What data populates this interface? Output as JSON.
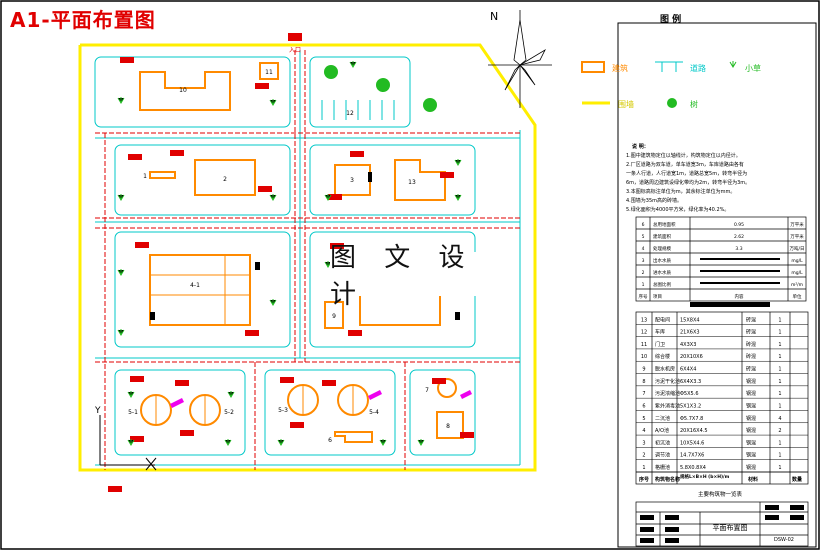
{
  "drawing_title": "A1-平面布置图",
  "north_label": "N",
  "entrance_label": "入口",
  "legend": {
    "title": "图 例",
    "items": [
      {
        "label": "建筑",
        "icon": "building-symbol-icon"
      },
      {
        "label": "道路",
        "icon": "road-symbol-icon"
      },
      {
        "label": "小草",
        "icon": "grass-symbol-icon"
      },
      {
        "label": "围墙",
        "icon": "wall-symbol-icon"
      },
      {
        "label": "树",
        "icon": "tree-symbol-icon"
      }
    ]
  },
  "notes": {
    "heading": "说 明：",
    "lines": [
      "1.图中建筑物定位以轴线计，构筑物定位以内径计。",
      "2.厂区道路为双车道，单车道宽3m，车库道路由各有",
      "  一条人行道，人行道宽1m，道路总宽5m，转弯半径为",
      "  6m，道路周边建筑设绿化带均为2m，转弯半径为3m。",
      "3.本图标高标注单位为m，其余标注单位为mm。",
      "4.围墙为35m高的砖墙。",
      "5.绿化面积为4000平方米，绿化率为40.2%。"
    ]
  },
  "tech_table": {
    "rows": [
      {
        "no": "6",
        "name": "总用地面积",
        "value": "0.95",
        "unit": "万平米"
      },
      {
        "no": "5",
        "name": "建筑面积",
        "value": "2.62",
        "unit": "万平米"
      },
      {
        "no": "4",
        "name": "处理规模",
        "value": "3.3",
        "unit": "万吨/日"
      },
      {
        "no": "3",
        "name": "出水水质",
        "value": "",
        "unit": "mg/L"
      },
      {
        "no": "2",
        "name": "进水水质",
        "value": "",
        "unit": "mg/L"
      },
      {
        "no": "1",
        "name": "总图比例",
        "value": "",
        "unit": "m²/m"
      }
    ],
    "footer": {
      "no": "序号",
      "name": "项目",
      "value": "内容",
      "unit": "单位"
    }
  },
  "structure_table": {
    "rows": [
      {
        "no": "13",
        "name": "配电间",
        "spec": "15X8X4",
        "material": "砖混",
        "qty": "1"
      },
      {
        "no": "12",
        "name": "车库",
        "spec": "21X6X3",
        "material": "砖混",
        "qty": "1"
      },
      {
        "no": "11",
        "name": "门卫",
        "spec": "4X3X3",
        "material": "砖混",
        "qty": "1"
      },
      {
        "no": "10",
        "name": "综合楼",
        "spec": "20X10X6",
        "material": "砖混",
        "qty": "1"
      },
      {
        "no": "9",
        "name": "脱水机房",
        "spec": "6X4X4",
        "material": "砖混",
        "qty": "1"
      },
      {
        "no": "8",
        "name": "污泥干化池",
        "spec": "6X4X3.3",
        "material": "钢混",
        "qty": "1"
      },
      {
        "no": "7",
        "name": "污泥浓缩池",
        "spec": "Φ5X5.6",
        "material": "钢混",
        "qty": "1"
      },
      {
        "no": "6",
        "name": "紫外消毒池",
        "spec": "5X1X3.2",
        "material": "钢混",
        "qty": "1"
      },
      {
        "no": "5",
        "name": "二沉池",
        "spec": "Φ5.7X7.8",
        "material": "钢混",
        "qty": "4"
      },
      {
        "no": "4",
        "name": "A/O池",
        "spec": "20X16X4.5",
        "material": "钢混",
        "qty": "2"
      },
      {
        "no": "3",
        "name": "初沉池",
        "spec": "10X5X4.6",
        "material": "钢混",
        "qty": "1"
      },
      {
        "no": "2",
        "name": "调节池",
        "spec": "14.7X7X6",
        "material": "钢混",
        "qty": "1"
      },
      {
        "no": "1",
        "name": "格栅池",
        "spec": "5.8X0.8X4",
        "material": "钢混",
        "qty": "1"
      }
    ],
    "header": {
      "no": "序号",
      "name": "构筑物名称",
      "spec": "规格L×B×H (b×H)/m",
      "material": "材料",
      "qty": "数量"
    },
    "caption": "主要构筑物一览表"
  },
  "title_block": {
    "drawing_name": "平面布置图",
    "drawing_no": "DSW-02"
  },
  "buildings": [
    {
      "id": "10",
      "label": "10"
    },
    {
      "id": "11",
      "label": "11"
    },
    {
      "id": "12",
      "label": "12"
    },
    {
      "id": "1",
      "label": "1"
    },
    {
      "id": "2",
      "label": "2"
    },
    {
      "id": "3",
      "label": "3"
    },
    {
      "id": "13",
      "label": "13"
    },
    {
      "id": "4-1",
      "label": "4-1"
    },
    {
      "id": "9",
      "label": "9"
    },
    {
      "id": "5-1",
      "label": "5-1"
    },
    {
      "id": "5-2",
      "label": "5-2"
    },
    {
      "id": "5-3",
      "label": "5-3"
    },
    {
      "id": "5-4",
      "label": "5-4"
    },
    {
      "id": "6",
      "label": "6"
    },
    {
      "id": "7",
      "label": "7"
    },
    {
      "id": "8",
      "label": "8"
    }
  ],
  "watermark": "图 文 设 计",
  "axis_labels": {
    "y": "Y",
    "x": "X"
  },
  "colors": {
    "wall": "#ffee00",
    "road": "#00c8c8",
    "block": "#e00000",
    "building": "#ff8a00",
    "grass": "#22bb22",
    "frame": "#000000"
  }
}
